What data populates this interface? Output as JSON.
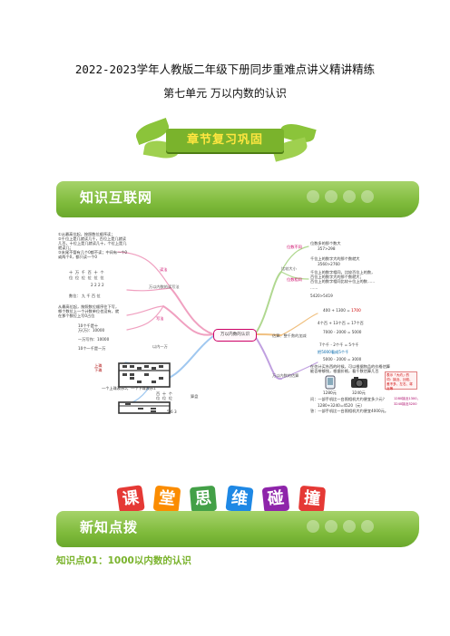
{
  "header": {
    "title": "2022-2023学年人教版二年级下册同步重难点讲义精讲精练",
    "subtitle": "第七单元  万以内数的认识"
  },
  "ribbon": {
    "label": "章节复习巩固"
  },
  "sections": {
    "knowledge_net": "知识互联网",
    "new_knowledge": "新知点拨"
  },
  "banner": {
    "chars": [
      "课",
      "堂",
      "思",
      "维",
      "碰",
      "撞"
    ]
  },
  "mindmap": {
    "center": "万以内数的认识",
    "left": {
      "top_text": [
        "①从最高位起，按照数位顺序读；",
        "②千位上是几就读几千，百位上是几就读",
        "几百，十位上是几就读几十，个位上是几",
        "就读几；",
        "③末尾不管有几个0都不读；中间有一个0",
        "或两个0，都只读一个0"
      ],
      "read": "读法",
      "place_row1": [
        "十",
        "万",
        "千",
        "百",
        "十",
        "个"
      ],
      "place_row2": [
        "位",
        "位",
        "位",
        "位",
        "位",
        "位"
      ],
      "digits": "2  2  2  2",
      "place_note": "数位：  九  千  百  位",
      "write_text": [
        "从最高位起，按照数位顺序往下写，",
        "哪个数位上一个计数单位也没有，就",
        "在那个数位上写0占位"
      ],
      "write": "写法",
      "wan": "10个千是十",
      "wan2": "万(万)：10000",
      "yiwan": "一万写作：10000",
      "count": "10个一千是一万",
      "within": "以内一万",
      "read_write": "万以内数的读写法",
      "abacus_note": "一个上珠表示5，一个下珠表示1",
      "abacus_label": "算盘",
      "abacus_cols": [
        "百",
        "十",
        "个"
      ],
      "abacus_cols2": [
        "位",
        "位",
        "位"
      ],
      "digits2": "5  6  3"
    },
    "right": {
      "compare": "比较大小",
      "cmp1": "位数不同",
      "cmp1_text": [
        "位数多的那个数大",
        "357>298"
      ],
      "cmp2": "位数相同",
      "cmp2_text": [
        "千位上的数字大的那个数就大",
        "3560>2760"
      ],
      "cmp3_text": [
        "千位上的数字相同，比较百位上的数，",
        "百位上的数字大的那个数就大；",
        "百位上的数字相同比较十位上的数……"
      ],
      "cmp4": "……",
      "cmp5": "5420>5419",
      "estimate": "估算、整千数的加减",
      "est_row1": [
        "400",
        "+",
        "1300",
        "=",
        "1700"
      ],
      "est_row2": "4个百 + 13个百 = 17个百",
      "est_row3": [
        "7000",
        "-",
        "2000",
        "=",
        "5000"
      ],
      "est_row4": "7个千 - 2个千 = 5个千",
      "est_row5": "把5000看成5个千",
      "est_row6": "5000 - 2000 = 3000",
      "apply": "万以内数的估算",
      "apply_text": [
        "在估计买东西的时候，可以根据物品的价格估算",
        "能否带够钱，根据价格，看千数估算几百"
      ],
      "price1": "1280元",
      "price2": "3240元",
      "q1": "问：一部手机比一台照相机大约便宜多少元？",
      "a1": "1280+3240=4520（元）",
      "a2": "答：一部手机比一台照相机大约便宜4000元。",
      "tag": [
        "表示「大约」的",
        "词：接近、比较、差不多、左右、将近等"
      ],
      "tag2": [
        "1280接近1300，",
        "3240接近3200"
      ]
    }
  },
  "knowledge_point": "知识点01：1000以内数的认识"
}
